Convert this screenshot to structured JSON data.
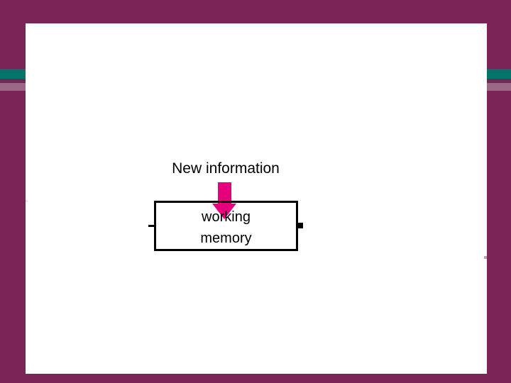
{
  "slide": {
    "background_color": "#7a2458",
    "panel_color": "#ffffff",
    "accent_teal": "#037468",
    "accent_mauve": "#9c6685",
    "accent_plum": "#6e2a52",
    "arrow_color": "#e6007e",
    "outline_color": "#000000"
  },
  "diagram": {
    "type": "flow-diagram",
    "input_label": "New information",
    "box": {
      "line1": "working",
      "line2": "memory"
    },
    "arrow": {
      "name": "down-arrow",
      "direction": "down",
      "from": "New information",
      "to": "working memory"
    }
  }
}
